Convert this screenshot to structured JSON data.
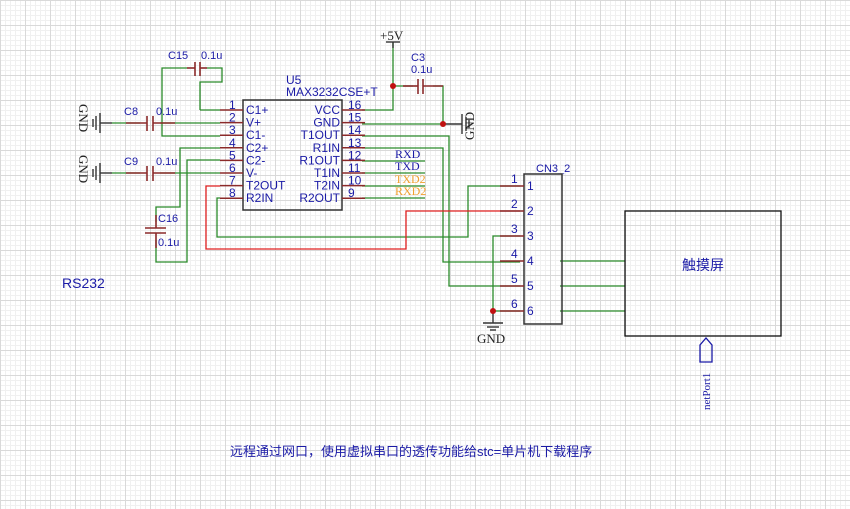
{
  "ic": {
    "ref": "U5",
    "part": "MAX3232CSE+T",
    "left_pins": [
      {
        "num": "1",
        "name": "C1+"
      },
      {
        "num": "2",
        "name": "V+"
      },
      {
        "num": "3",
        "name": "C1-"
      },
      {
        "num": "4",
        "name": "C2+"
      },
      {
        "num": "5",
        "name": "C2-"
      },
      {
        "num": "6",
        "name": "V-"
      },
      {
        "num": "7",
        "name": "T2OUT"
      },
      {
        "num": "8",
        "name": "R2IN"
      }
    ],
    "right_pins": [
      {
        "num": "16",
        "name": "VCC"
      },
      {
        "num": "15",
        "name": "GND"
      },
      {
        "num": "14",
        "name": "T1OUT"
      },
      {
        "num": "13",
        "name": "R1IN"
      },
      {
        "num": "12",
        "name": "R1OUT"
      },
      {
        "num": "11",
        "name": "T1IN"
      },
      {
        "num": "10",
        "name": "T2IN"
      },
      {
        "num": "9",
        "name": "R2OUT"
      }
    ]
  },
  "capacitors": {
    "c15": {
      "ref": "C15",
      "value": "0.1u"
    },
    "c8": {
      "ref": "C8",
      "value": "0.1u"
    },
    "c9": {
      "ref": "C9",
      "value": "0.1u"
    },
    "c16": {
      "ref": "C16",
      "value": "0.1u"
    },
    "c3": {
      "ref": "C3",
      "value": "0.1u"
    }
  },
  "power": {
    "vcc_label": "+5V",
    "gnd_label": "GND"
  },
  "net_labels": {
    "rxd": {
      "text": "RXD",
      "color": "#1a1aa6"
    },
    "txd": {
      "text": "TXD",
      "color": "#1a1aa6"
    },
    "txd2": {
      "text": "TXD2",
      "color": "#f0a030"
    },
    "rxd2": {
      "text": "RXD2",
      "color": "#f0a030"
    }
  },
  "connector": {
    "ref": "CN3_2",
    "pins": [
      "1",
      "2",
      "3",
      "4",
      "5",
      "6"
    ]
  },
  "touchscreen": {
    "label": "触摸屏",
    "port_label": "netPort1"
  },
  "block_label": "RS232",
  "caption": "远程通过网口，使用虚拟串口的透传功能给stc=单片机下载程序",
  "colors": {
    "wire": "#2a8a2a",
    "wire_alt": "#e02020",
    "pin": "#8b2a2a",
    "text": "#1a1aa6",
    "junction": "#c01010"
  }
}
